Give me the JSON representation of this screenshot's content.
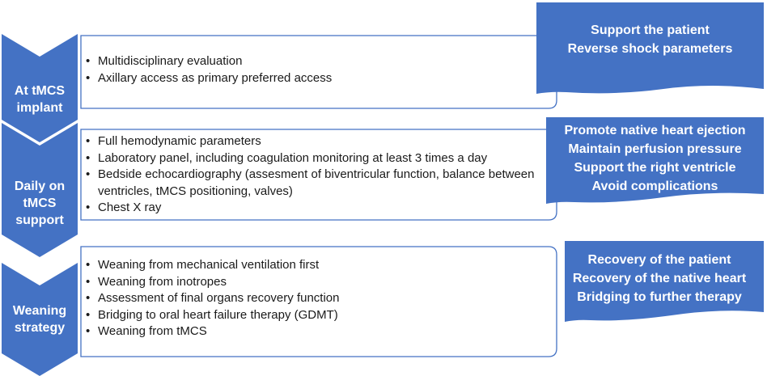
{
  "phases": [
    {
      "label": "At tMCS\nimplant",
      "bullets": [
        "Multidisciplinary evaluation",
        "Axillary access as primary preferred access"
      ],
      "goals": [
        "Support the patient",
        "Reverse shock parameters"
      ]
    },
    {
      "label": "Daily on\ntMCS\nsupport",
      "bullets": [
        "Full hemodynamic parameters",
        "Laboratory panel, including coagulation monitoring at least 3 times a day",
        "Bedside echocardiography (assesment of biventricular function, balance between ventricles, tMCS positioning, valves)",
        "Chest X ray"
      ],
      "goals": [
        "Promote native heart ejection",
        "Maintain perfusion pressure",
        "Support the right ventricle",
        "Avoid complications"
      ]
    },
    {
      "label": "Weaning\nstrategy",
      "bullets": [
        "Weaning from mechanical ventilation first",
        "Weaning from inotropes",
        "Assessment of final organs recovery function",
        "Bridging to oral heart failure therapy (GDMT)",
        "Weaning from tMCS"
      ],
      "goals": [
        "Recovery of the patient",
        "Recovery of the native heart",
        "Bridging to further therapy"
      ]
    }
  ],
  "colors": {
    "primary": "#4472C4",
    "box_border": "#4472C4",
    "text": "#1a1a1a",
    "label_text": "#ffffff"
  }
}
